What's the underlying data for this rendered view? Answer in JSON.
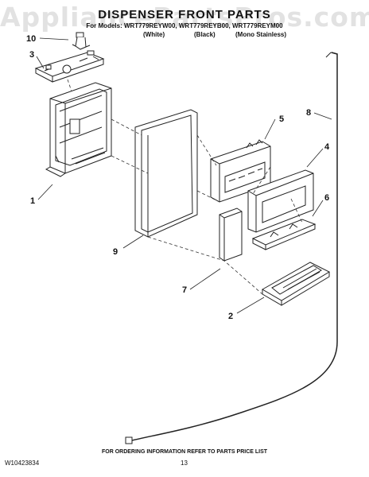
{
  "watermark": "AppliancePartsPros.com",
  "title": "DISPENSER FRONT PARTS",
  "models": "For Models: WRT779REYW00, WRT779REYB00, WRT779REYM00",
  "variants": [
    "(White)",
    "(Black)",
    "(Mono Stainless)"
  ],
  "callouts": [
    "1",
    "2",
    "3",
    "4",
    "5",
    "6",
    "7",
    "8",
    "9",
    "10"
  ],
  "footer": "FOR ORDERING INFORMATION REFER TO PARTS PRICE LIST",
  "doc_number": "W10423834",
  "page_number": "13"
}
